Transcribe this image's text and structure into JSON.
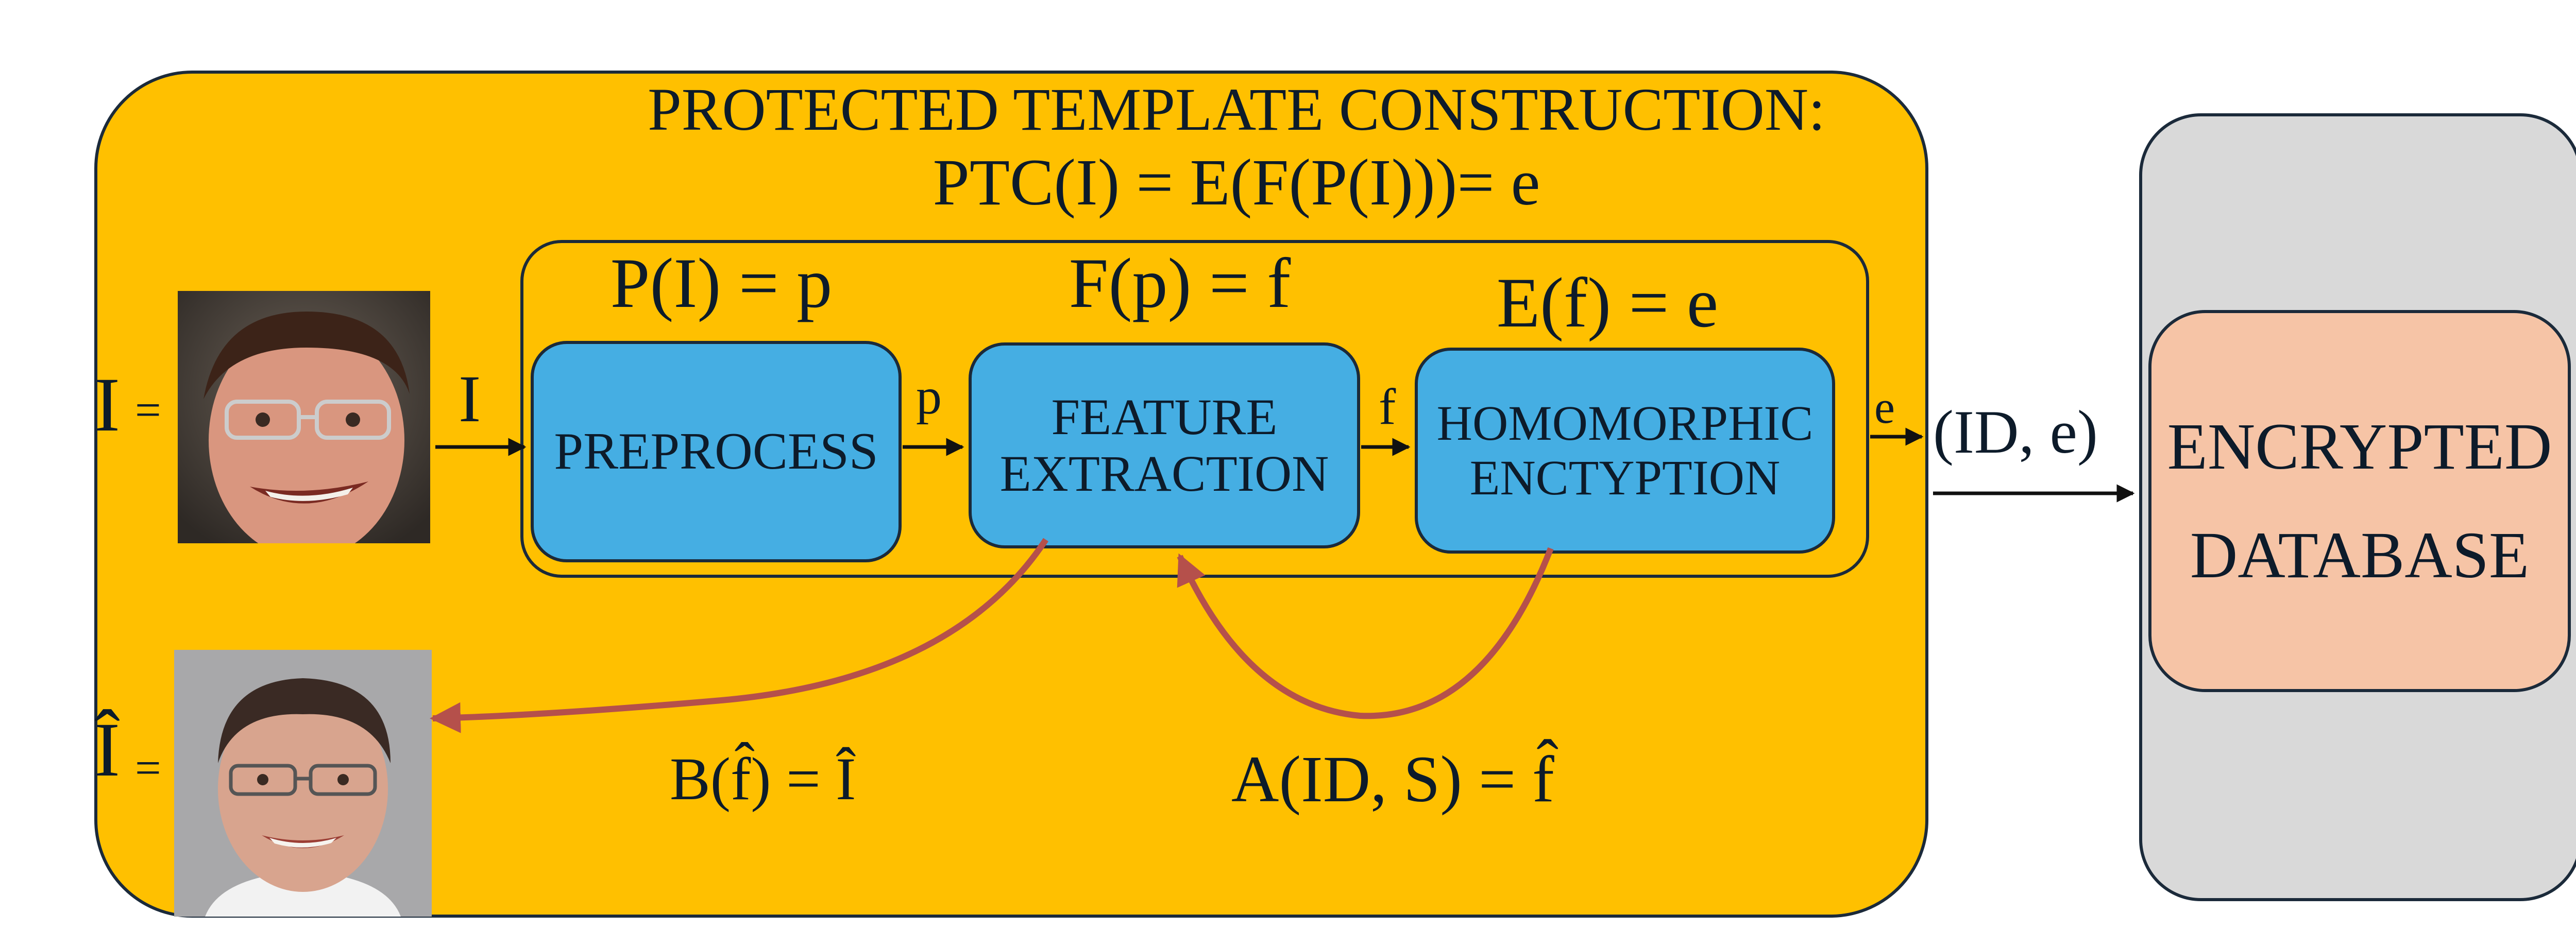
{
  "title": {
    "line1": "PROTECTED TEMPLATE CONSTRUCTION:",
    "line2": "PTC(I) = E(F(P(I)))= e"
  },
  "inputs": {
    "input_label": "I",
    "input_eq": "=",
    "recon_label": "Î",
    "recon_eq": "=",
    "arrow_in_label": "I"
  },
  "stages": [
    {
      "equation": "P(I) = p",
      "name": "PREPROCESS"
    },
    {
      "equation": "F(p) = f",
      "name_line1": "FEATURE",
      "name_line2": "EXTRACTION"
    },
    {
      "equation": "E(f) = e",
      "name_line1": "HOMOMORPHIC",
      "name_line2": "ENCTYPTION"
    }
  ],
  "arrow_labels": {
    "p": "p",
    "f": "f",
    "e": "e",
    "out": "(ID, e)"
  },
  "attacks": {
    "reconstruction": "B(f̂) = Î",
    "recovery": "A(ID, S) = f̂"
  },
  "database": {
    "line1": "ENCRYPTED",
    "line2": "DATABASE"
  },
  "colors": {
    "panel": "#FFC000",
    "block": "#45AEE3",
    "database_panel": "#D9D9D9",
    "database_block": "#F6C4A6",
    "attack_arrow": "#B5504B",
    "outline": "#1B2A3A"
  }
}
